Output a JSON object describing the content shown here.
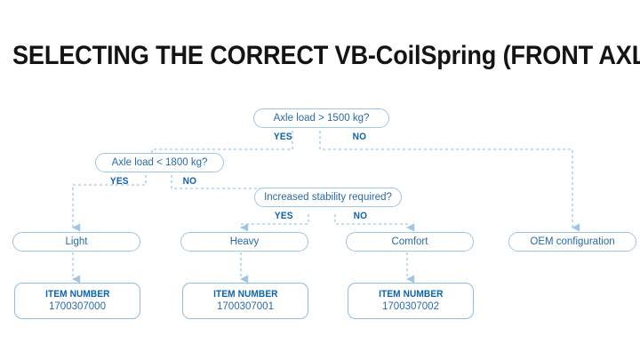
{
  "page": {
    "title": "SELECTING THE CORRECT VB-CoilSpring (FRONT AXLE)",
    "background_color": "#ffffff",
    "title_color": "#141414",
    "accent_color": "#0b63b2",
    "box_border_color": "#9ec6e6",
    "connector_color": "#9ec6e6",
    "text_color": "#2a6aa8"
  },
  "flow": {
    "decisions": [
      {
        "id": "d1",
        "label": "Axle load > 1500 kg?",
        "yes_label": "YES",
        "no_label": "NO"
      },
      {
        "id": "d2",
        "label": "Axle load < 1800 kg?",
        "yes_label": "YES",
        "no_label": "NO"
      },
      {
        "id": "d3",
        "label": "Increased stability required?",
        "yes_label": "YES",
        "no_label": "NO"
      }
    ],
    "results": [
      {
        "id": "r1",
        "label": "Light"
      },
      {
        "id": "r2",
        "label": "Heavy"
      },
      {
        "id": "r3",
        "label": "Comfort"
      },
      {
        "id": "r4",
        "label": "OEM configuration"
      }
    ],
    "items": [
      {
        "id": "i1",
        "title": "ITEM NUMBER",
        "value": "1700307000"
      },
      {
        "id": "i2",
        "title": "ITEM NUMBER",
        "value": "1700307001"
      },
      {
        "id": "i3",
        "title": "ITEM NUMBER",
        "value": "1700307002"
      }
    ]
  }
}
